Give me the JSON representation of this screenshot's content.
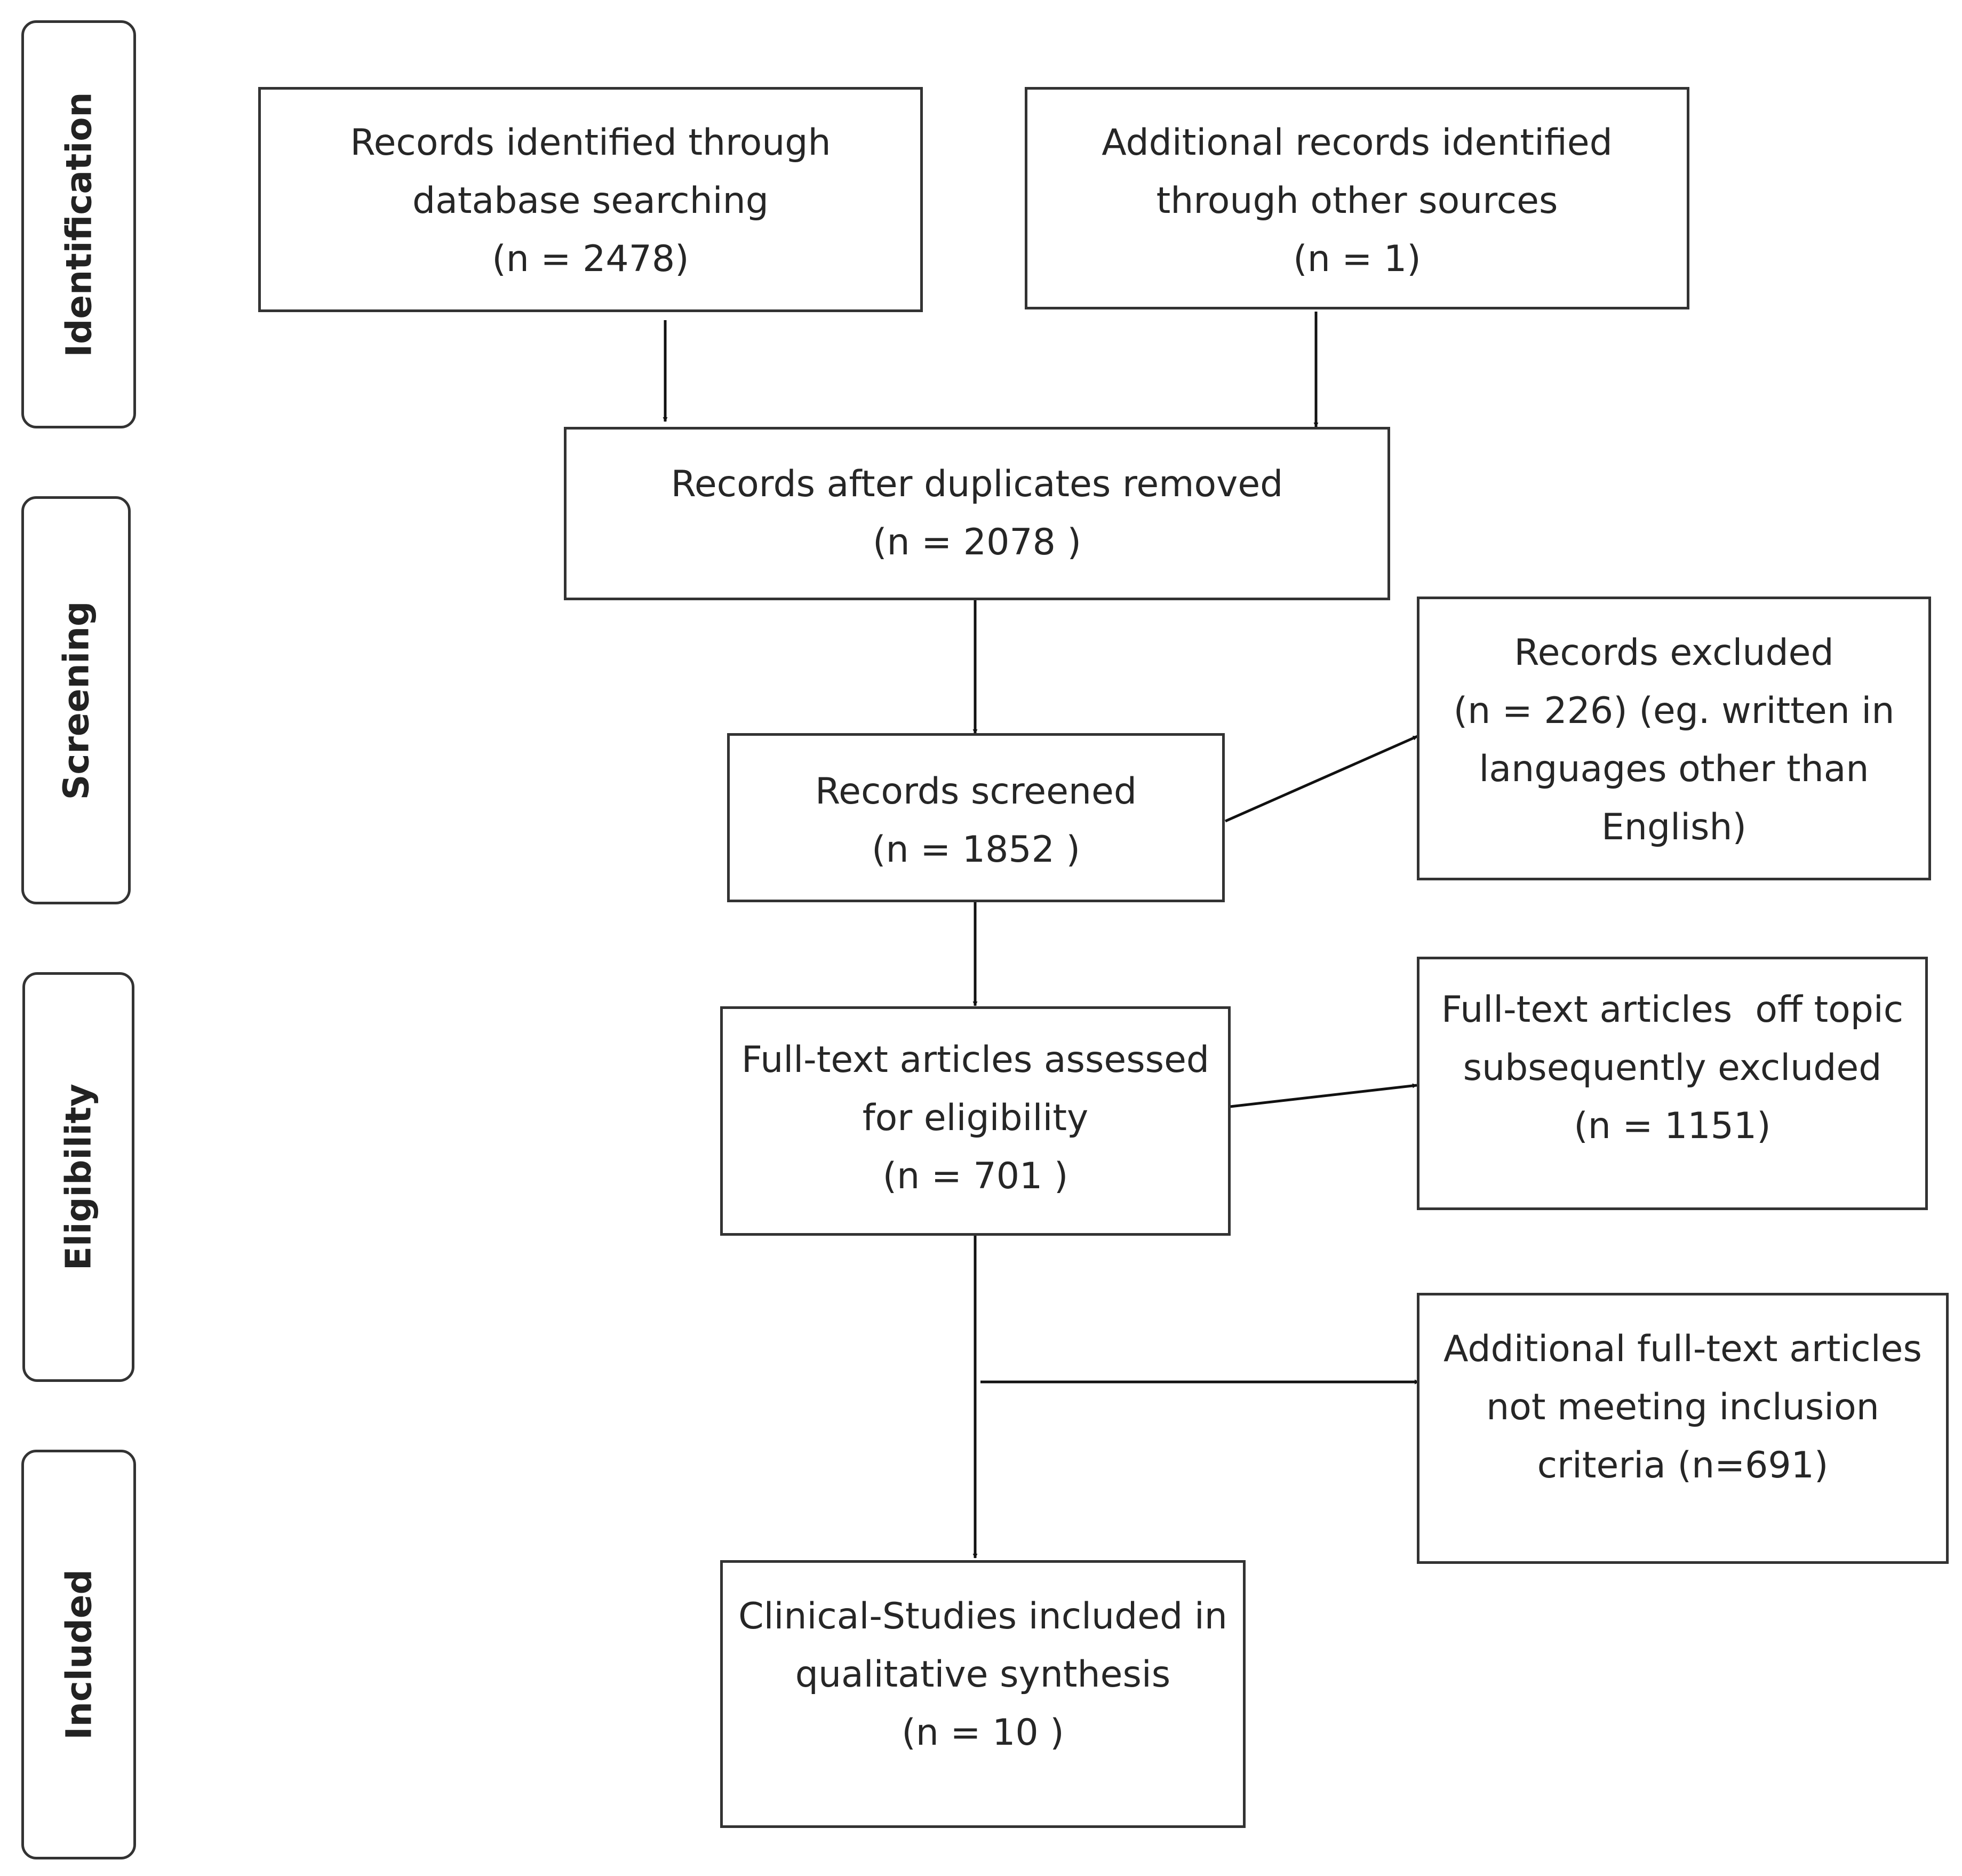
{
  "phases": {
    "identification": "Identification",
    "screening": "Screening",
    "eligibility": "Eligibility",
    "included": "Included"
  },
  "boxes": {
    "database_records": [
      "Records identified through",
      "database searching",
      "(n = 2478)"
    ],
    "other_sources": [
      "Additional records identified",
      "through other sources",
      "(n = 1)"
    ],
    "after_duplicates": [
      "Records after duplicates removed",
      "(n = 2078 )"
    ],
    "screened": [
      "Records screened",
      "(n = 1852 )"
    ],
    "excluded": [
      "Records excluded",
      "(n = 226) (eg. written in",
      "languages other than",
      "English)"
    ],
    "full_text_assessed": [
      "Full-text articles assessed",
      "for eligibility",
      "(n = 701 )"
    ],
    "off_topic_excluded": [
      "Full-text articles  off topic",
      "subsequently excluded",
      "(n = 1151)"
    ],
    "not_meeting_criteria": [
      "Additional full-text articles",
      "not meeting inclusion",
      "criteria (n=691)"
    ],
    "included_studies": [
      "Clinical-Studies included in",
      "qualitative synthesis",
      "(n = 10 )"
    ]
  }
}
